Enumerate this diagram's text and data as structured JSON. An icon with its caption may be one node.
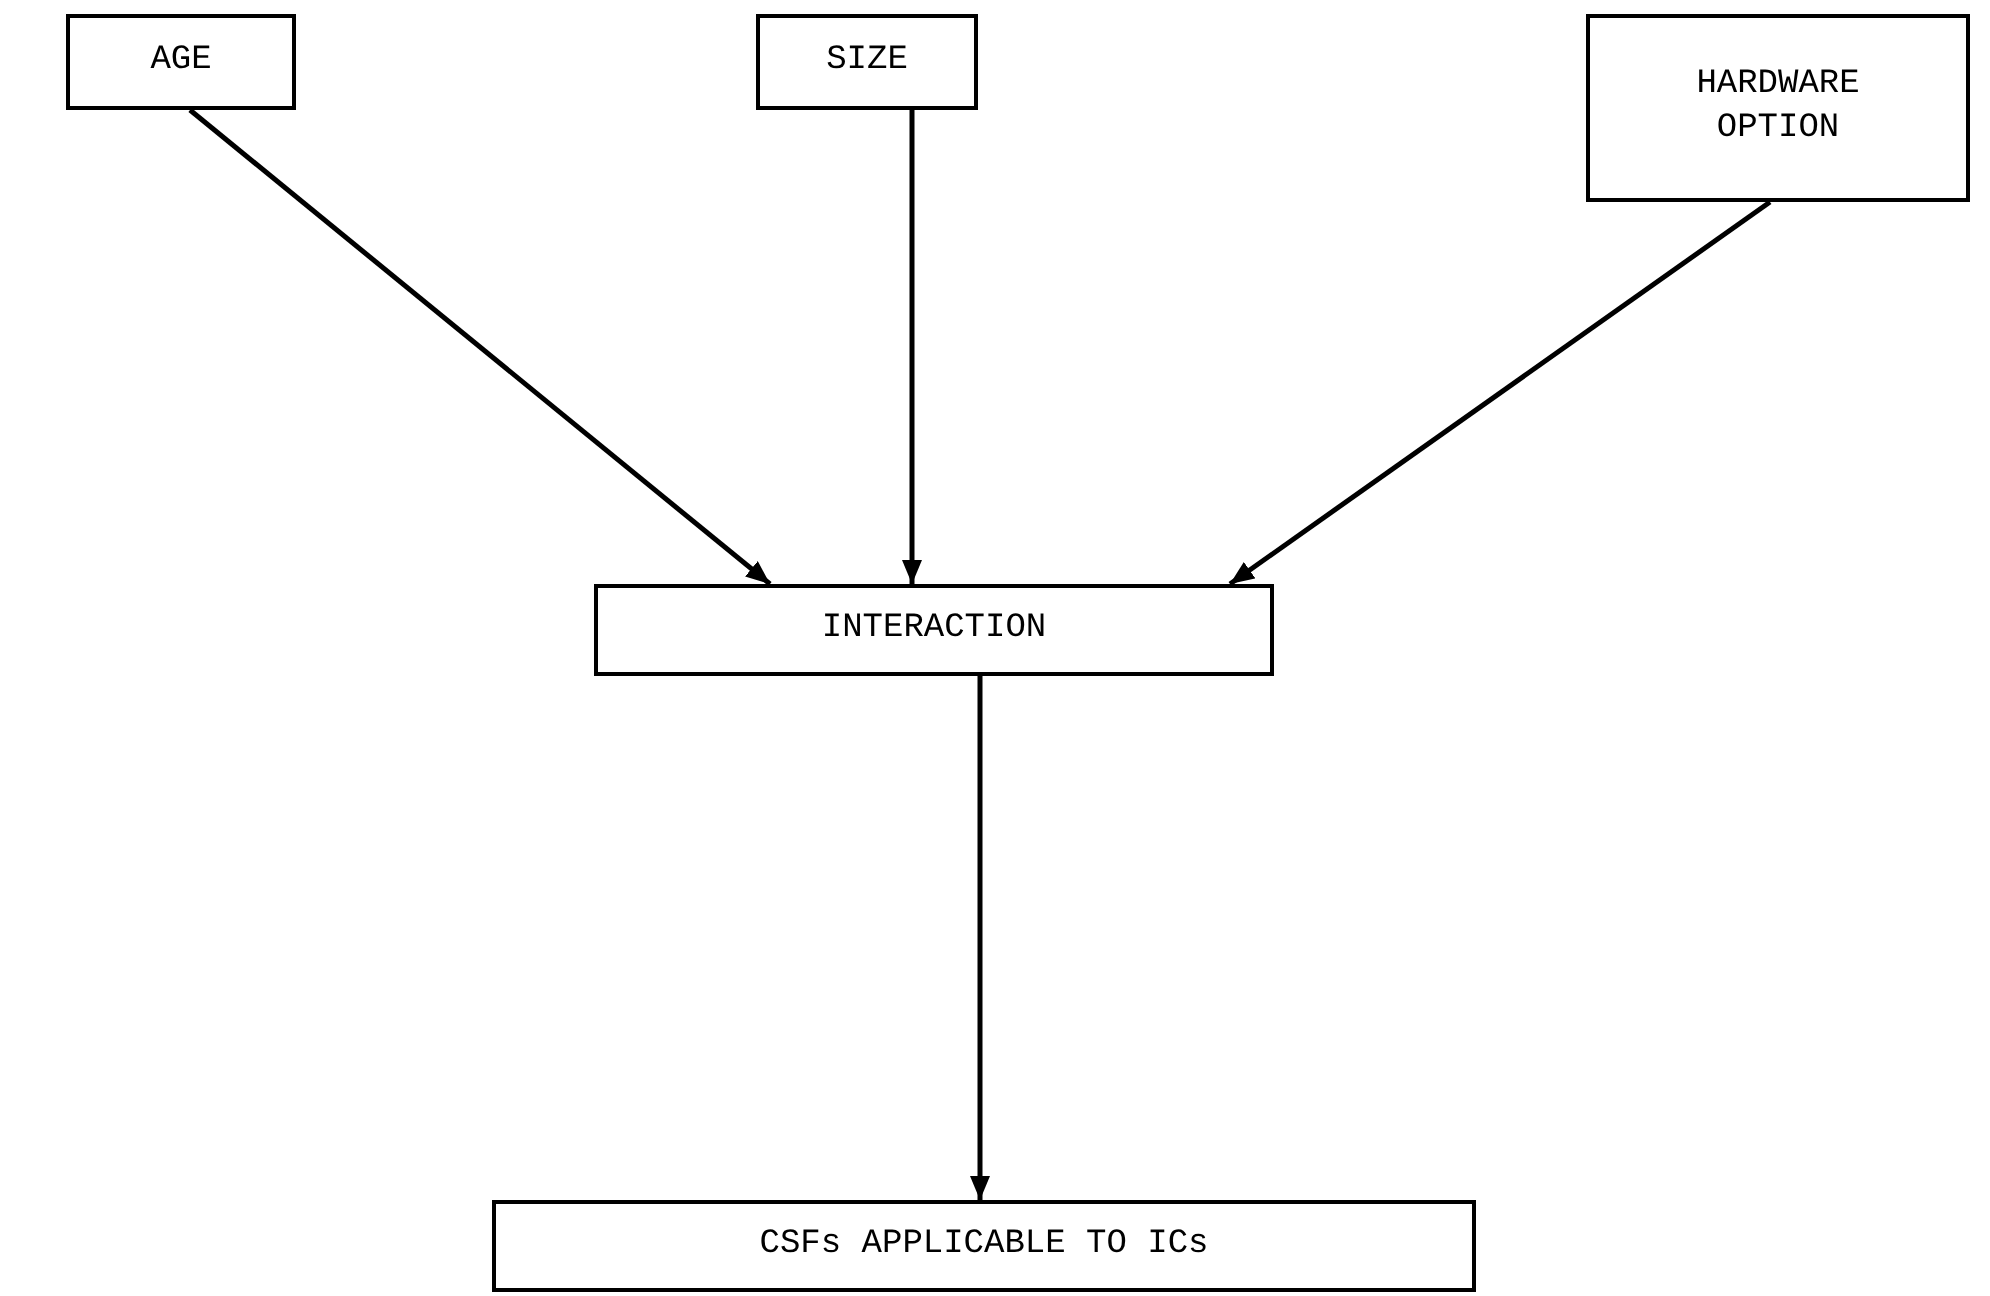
{
  "diagram": {
    "nodes": [
      {
        "text": [
          "AGE"
        ]
      },
      {
        "text": [
          "SIZE"
        ]
      },
      {
        "text": [
          "HARDWARE OPTION"
        ]
      },
      {
        "text": [
          "INTERACTION"
        ]
      },
      {
        "text": [
          "CSFs APPLICABLE TO ICs"
        ]
      }
    ],
    "edges": [
      {
        "from": 0,
        "to": 3,
        "arrow": "to"
      },
      {
        "from": 1,
        "to": 3,
        "arrow": "to"
      },
      {
        "from": 2,
        "to": 3,
        "arrow": "to"
      },
      {
        "from": 3,
        "to": 4,
        "arrow": "to"
      }
    ]
  }
}
